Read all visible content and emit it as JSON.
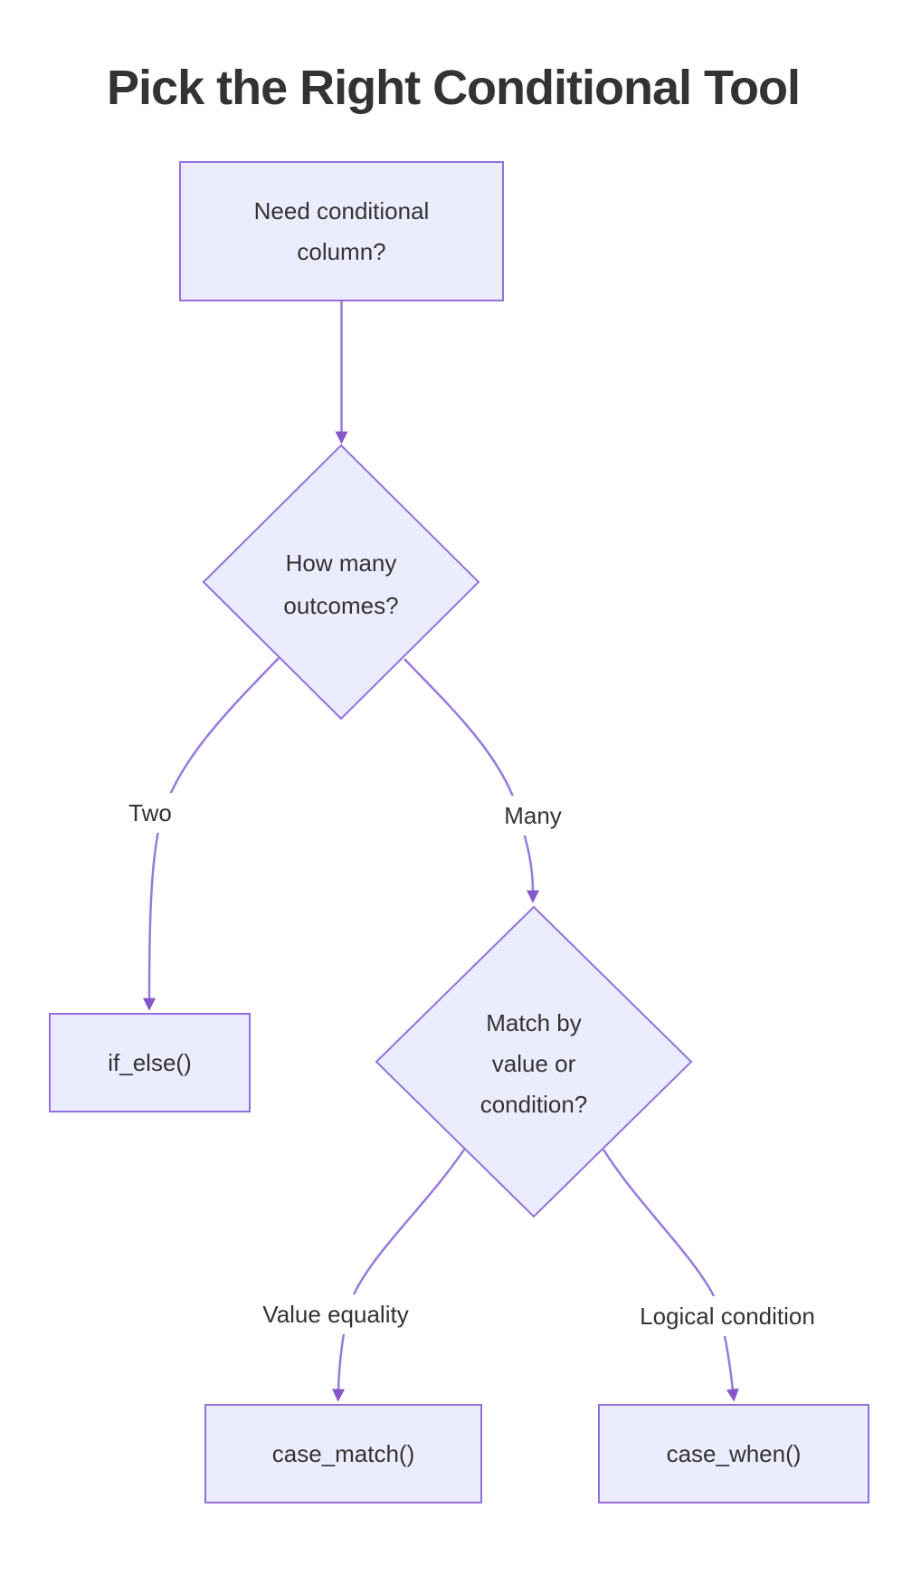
{
  "title": "Pick the Right Conditional Tool",
  "theme": {
    "background": "#FFFFFF",
    "node_fill": "#ECECFF",
    "node_border": "#9370DB",
    "edge_color": "#9879DC",
    "arrow_color": "#8657C9",
    "text_color": "#333333",
    "title_color": "#333333"
  },
  "flowchart": {
    "nodes": {
      "start": {
        "shape": "rectangle",
        "lines": [
          "Need conditional",
          "column?"
        ]
      },
      "outcomes": {
        "shape": "diamond",
        "lines": [
          "How many",
          "outcomes?"
        ]
      },
      "if_else": {
        "shape": "rectangle",
        "lines": [
          "if_else()"
        ]
      },
      "match": {
        "shape": "diamond",
        "lines": [
          "Match by",
          "value or",
          "condition?"
        ]
      },
      "case_match": {
        "shape": "rectangle",
        "lines": [
          "case_match()"
        ]
      },
      "case_when": {
        "shape": "rectangle",
        "lines": [
          "case_when()"
        ]
      }
    },
    "edges": [
      {
        "from": "start",
        "to": "outcomes",
        "label": ""
      },
      {
        "from": "outcomes",
        "to": "if_else",
        "label": "Two"
      },
      {
        "from": "outcomes",
        "to": "match",
        "label": "Many"
      },
      {
        "from": "match",
        "to": "case_match",
        "label": "Value equality"
      },
      {
        "from": "match",
        "to": "case_when",
        "label": "Logical condition"
      }
    ]
  }
}
